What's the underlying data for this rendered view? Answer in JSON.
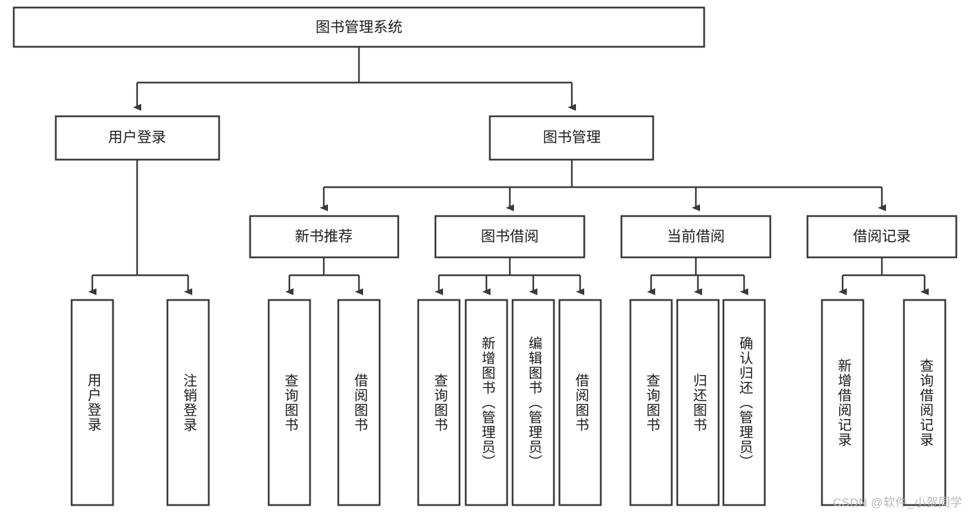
{
  "diagram": {
    "type": "tree",
    "orientation": "top-down",
    "title": "图书管理系统",
    "watermark": "CSDN @软件_小贺同学",
    "colors": {
      "background": "#ffffff",
      "box_fill": "#ffffff",
      "box_stroke": "#3a3a3a",
      "connector": "#3a3a3a",
      "text": "#1c1c1c",
      "watermark": "#b9b9b9"
    },
    "root": {
      "id": "root",
      "label": "图书管理系统"
    },
    "level2": [
      {
        "id": "user-login",
        "label": "用户登录"
      },
      {
        "id": "book-manage",
        "label": "图书管理"
      }
    ],
    "level3": [
      {
        "id": "new-book-recommend",
        "label": "新书推荐",
        "parent": "book-manage"
      },
      {
        "id": "book-borrow",
        "label": "图书借阅",
        "parent": "book-manage"
      },
      {
        "id": "current-borrow",
        "label": "当前借阅",
        "parent": "book-manage"
      },
      {
        "id": "borrow-record",
        "label": "借阅记录",
        "parent": "book-manage"
      }
    ],
    "leaves": [
      {
        "id": "leaf-user-login",
        "label": "用户登录",
        "parent": "user-login"
      },
      {
        "id": "leaf-user-logout",
        "label": "注销登录",
        "parent": "user-login"
      },
      {
        "id": "leaf-rec-query-book",
        "label": "查询图书",
        "parent": "new-book-recommend"
      },
      {
        "id": "leaf-rec-borrow-book",
        "label": "借阅图书",
        "parent": "new-book-recommend"
      },
      {
        "id": "leaf-borrow-query-book",
        "label": "查询图书",
        "parent": "book-borrow"
      },
      {
        "id": "leaf-borrow-add-book",
        "label": "新增图书（管理员）",
        "parent": "book-borrow"
      },
      {
        "id": "leaf-borrow-edit-book",
        "label": "编辑图书（管理员）",
        "parent": "book-borrow"
      },
      {
        "id": "leaf-borrow-borrow-book",
        "label": "借阅图书",
        "parent": "book-borrow"
      },
      {
        "id": "leaf-current-query-book",
        "label": "查询图书",
        "parent": "current-borrow"
      },
      {
        "id": "leaf-current-return-book",
        "label": "归还图书",
        "parent": "current-borrow"
      },
      {
        "id": "leaf-current-confirm-return",
        "label": "确认归还（管理员）",
        "parent": "current-borrow"
      },
      {
        "id": "leaf-record-add",
        "label": "新增借阅记录",
        "parent": "borrow-record"
      },
      {
        "id": "leaf-record-query",
        "label": "查询借阅记录",
        "parent": "borrow-record"
      }
    ]
  }
}
